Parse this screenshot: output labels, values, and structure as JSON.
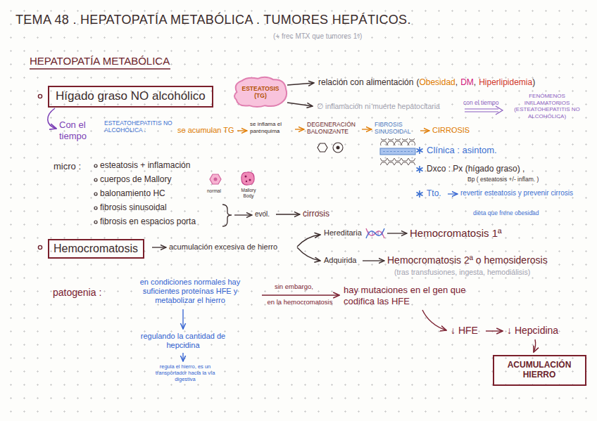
{
  "diagram": {
    "title": "TEMA 48 . HEPATOPATÍA METABÓLICA . TUMORES HEPÁTICOS.",
    "nodes": [
      {
        "text": [
          "Hígado graso NO alcohólico"
        ]
      },
      {
        "text": [
          "ESTEATOSIS (TG)"
        ]
      },
      {
        "text": [
          "Hemocromatosis"
        ]
      },
      {
        "text": [
          "ACUMULACIÓN HIERRO"
        ]
      }
    ],
    "labels": [
      "(+ frec MTX que tumores 1ª)",
      "HEPATOPATÍA METABÓLICA",
      "relación con alimentación",
      "(",
      "Obesidad",
      ",",
      "DM",
      ",",
      "Hiperlipidemia",
      ")",
      "∅ inflamación ni muerte hepatocitaria",
      "con el tiempo",
      "FENÓMENOS INFLAMATORIOS (ESTEATOHEPATITIS NO ALCOHÓLICA)",
      "Con el tiempo",
      "ESTEATOHEPATITIS NO ALCOHÓLICA :",
      "se acumulan TG",
      "se inflama el parénquima",
      "DEGENERACIÓN BALONIZANTE",
      "FIBROSIS SINUSOIDAL",
      "CIRROSIS",
      "Clínica : asintom.",
      "Dxco : Px (hígado graso) ,",
      "Bp ( esteatosis +/- inflam. )",
      "Tto.",
      "revertir esteatosis y prevenir cirrosis",
      "dieta que frene obesidad",
      "micro :",
      "esteatosis + inflamación",
      "cuerpos de Mallory",
      "balonamiento HC",
      "fibrosis sinusoidal",
      "fibrosis en espacios porta",
      "normal",
      "Mallory Body",
      "evol.",
      "cirrosis",
      "acumulación excesiva de hierro",
      "Hereditaria",
      "Hemocromatosis 1ª",
      "Adquirida",
      "Hemocromatosis 2ª o hemosiderosis",
      "(tras transfusiones, ingesta, hemodiálisis)",
      "patogenia :",
      "en condiciones normales hay suficientes proteínas HFE y metabolizar el hierro",
      "regulando la cantidad de hepcidina",
      "regula el hierro, es un transportador hacia la vía digestiva",
      "sin embargo,",
      "en la hemocromatosis",
      "hay mutaciones en el gen que codifica las HFE",
      "↓ HFE",
      "↓ Hepcidina"
    ]
  }
}
